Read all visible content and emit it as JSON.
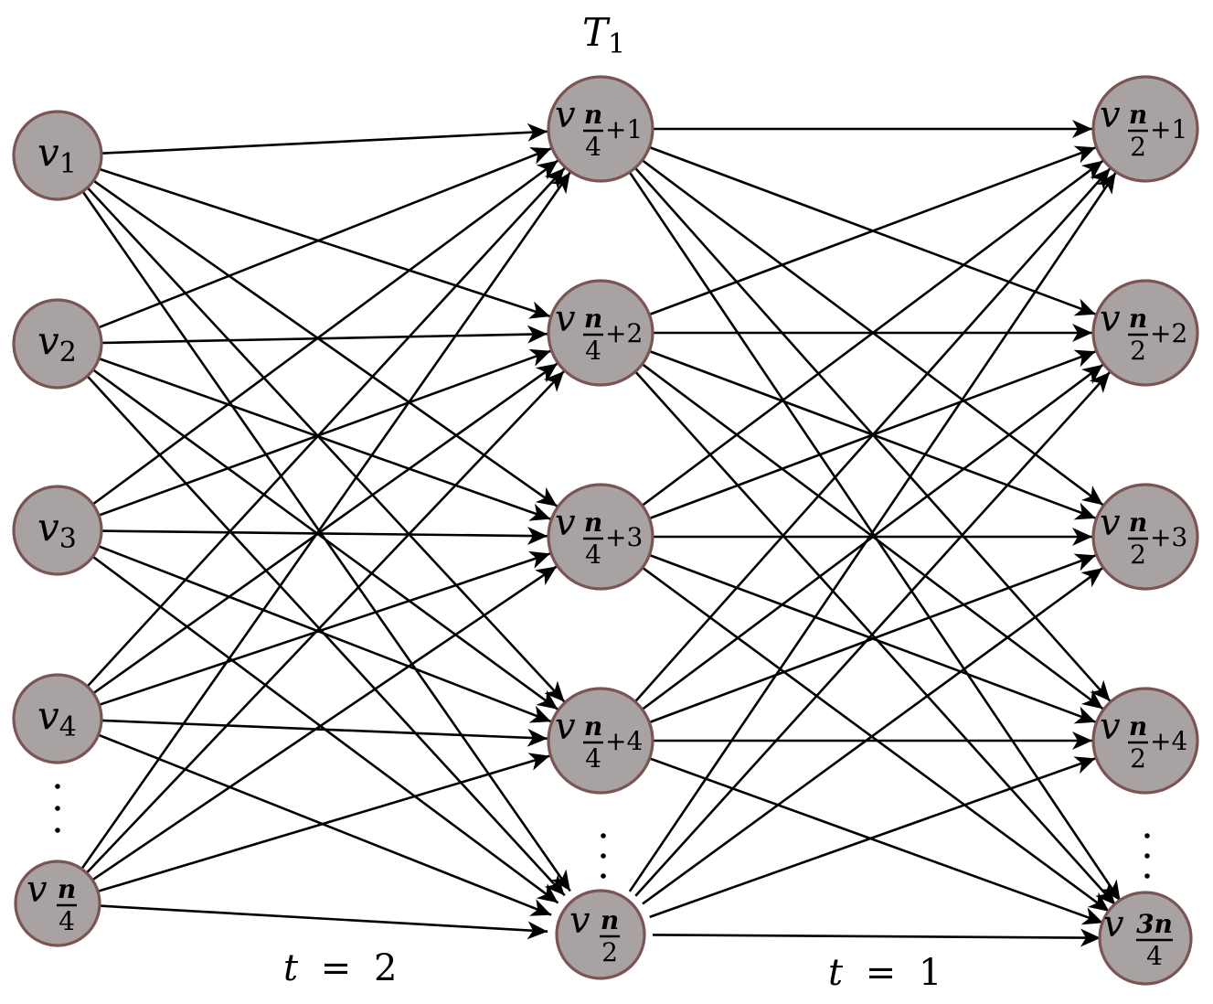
{
  "title": {
    "letter": "T",
    "subscript": "1"
  },
  "time_labels": [
    {
      "variable": "t",
      "equals": "=",
      "value": "2"
    },
    {
      "variable": "t",
      "equals": "=",
      "value": "1"
    }
  ],
  "columns": [
    {
      "nodes": [
        {
          "var": "v",
          "type": "subscript",
          "sub": "1"
        },
        {
          "var": "v",
          "type": "subscript",
          "sub": "2"
        },
        {
          "var": "v",
          "type": "subscript",
          "sub": "3"
        },
        {
          "var": "v",
          "type": "subscript",
          "sub": "4"
        },
        {
          "var": "v",
          "type": "fraction",
          "numerator": "n",
          "denominator": "4",
          "suffix": ""
        }
      ]
    },
    {
      "nodes": [
        {
          "var": "v",
          "type": "fraction",
          "numerator": "n",
          "denominator": "4",
          "suffix": "+1"
        },
        {
          "var": "v",
          "type": "fraction",
          "numerator": "n",
          "denominator": "4",
          "suffix": "+2"
        },
        {
          "var": "v",
          "type": "fraction",
          "numerator": "n",
          "denominator": "4",
          "suffix": "+3"
        },
        {
          "var": "v",
          "type": "fraction",
          "numerator": "n",
          "denominator": "4",
          "suffix": "+4"
        },
        {
          "var": "v",
          "type": "fraction",
          "numerator": "n",
          "denominator": "2",
          "suffix": ""
        }
      ]
    },
    {
      "nodes": [
        {
          "var": "v",
          "type": "fraction",
          "numerator": "n",
          "denominator": "2",
          "suffix": "+1"
        },
        {
          "var": "v",
          "type": "fraction",
          "numerator": "n",
          "denominator": "2",
          "suffix": "+2"
        },
        {
          "var": "v",
          "type": "fraction",
          "numerator": "n",
          "denominator": "2",
          "suffix": "+3"
        },
        {
          "var": "v",
          "type": "fraction",
          "numerator": "n",
          "denominator": "2",
          "suffix": "+4"
        },
        {
          "var": "v",
          "type": "fraction",
          "numerator": "3n",
          "denominator": "4",
          "suffix": ""
        }
      ]
    }
  ],
  "edges": "complete-bipartite-between-adjacent-columns",
  "colors": {
    "node_fill": "#a8a2a2",
    "node_stroke": "#7b5554",
    "edge": "#000000"
  }
}
